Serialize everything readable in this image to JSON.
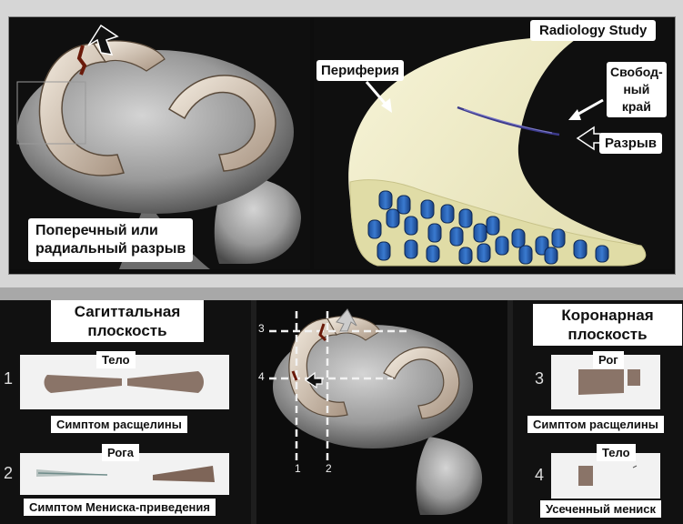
{
  "top_left": {
    "caption_line1": "Поперечный или",
    "caption_line2": "радиальный разрыв"
  },
  "top_right": {
    "study_tag": "Radiology Study",
    "periphery": "Периферия",
    "free_edge_line1": "Свобод-",
    "free_edge_line2": "ный",
    "free_edge_line3": "край",
    "tear": "Разрыв"
  },
  "sagittal": {
    "title_line1": "Сагиттальная",
    "title_line2": "плоскость",
    "row1_number": "1",
    "row1_label": "Тело",
    "row1_sign": "Симптом расщелины",
    "row2_number": "2",
    "row2_label": "Рога",
    "row2_sign": "Симптом Мениска-приведения"
  },
  "middle": {
    "marker_3": "3",
    "marker_4": "4",
    "marker_1": "1",
    "marker_2": "2"
  },
  "coronal": {
    "title_line1": "Коронарная",
    "title_line2": "плоскость",
    "row3_number": "3",
    "row3_label": "Рог",
    "row3_sign": "Симптом расщелины",
    "row4_number": "4",
    "row4_label": "Тело",
    "row4_sign": "Усеченный мениск"
  }
}
